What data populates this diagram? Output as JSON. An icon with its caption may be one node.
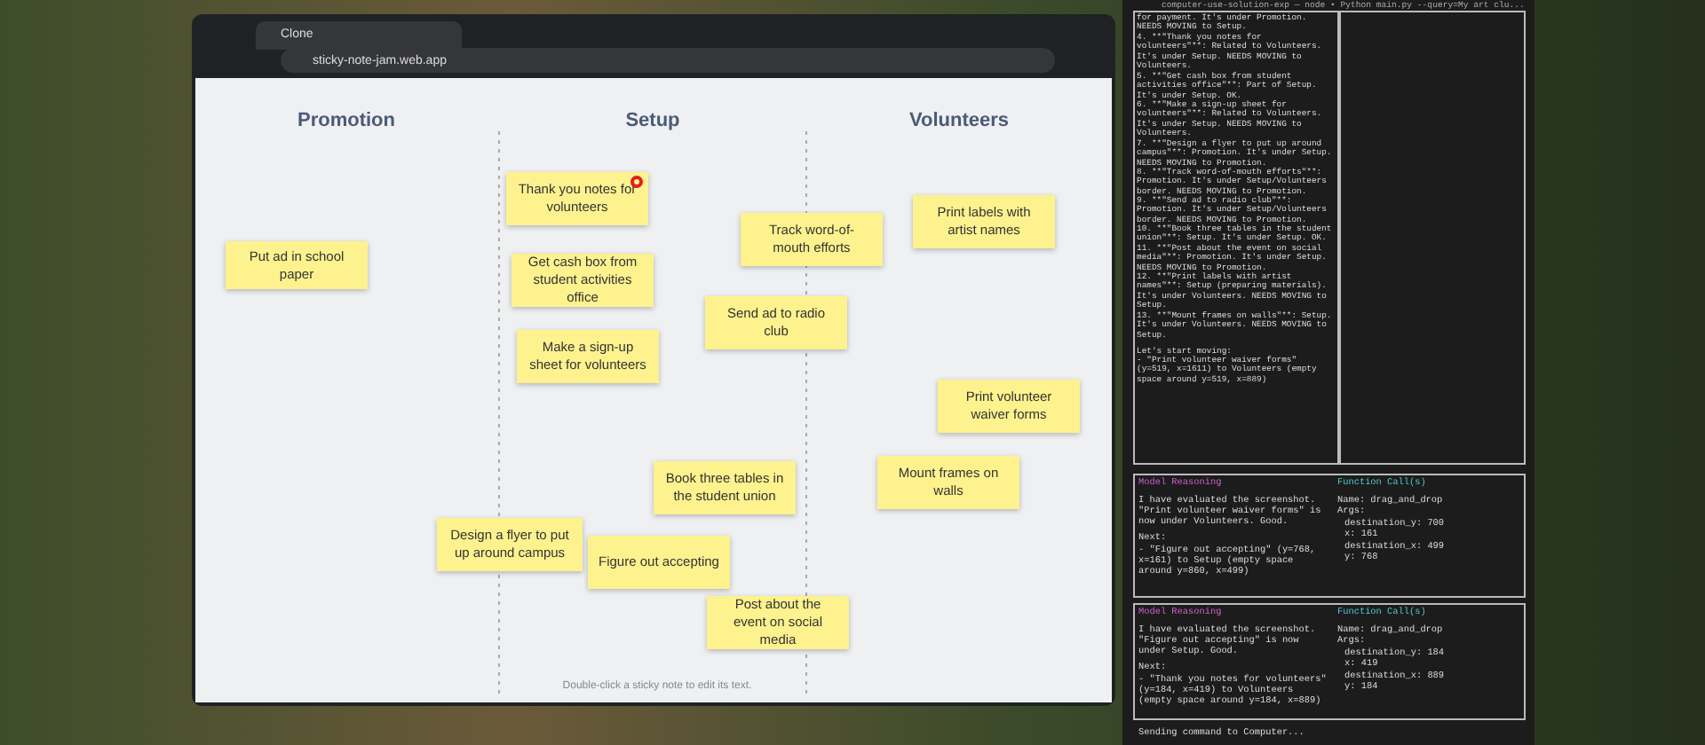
{
  "diagram": {
    "nodes": [
      {
        "text": [
          "Thank you notes for volunteers"
        ]
      },
      {
        "text": [
          "Print labels with artist names"
        ]
      },
      {
        "text": [
          "Track word-of-mouth efforts"
        ]
      },
      {
        "text": [
          "Put ad in school paper"
        ]
      },
      {
        "text": [
          "Get cash box from student activities office"
        ]
      },
      {
        "text": [
          "Send ad to radio club"
        ]
      },
      {
        "text": [
          "Make a sign-up sheet for volunteers"
        ]
      },
      {
        "text": [
          "Print volunteer waiver forms"
        ]
      },
      {
        "text": [
          "Book three tables in the student union"
        ]
      },
      {
        "text": [
          "Mount frames on walls"
        ]
      },
      {
        "text": [
          "Design a flyer to put up around campus"
        ]
      },
      {
        "text": [
          "Figure out accepting"
        ]
      },
      {
        "text": [
          "Post about the event on social media"
        ]
      }
    ],
    "edges": [],
    "labels": [
      "Clone",
      "sticky-note-jam.web.app",
      "Promotion",
      "Setup",
      "Volunteers",
      "Double-click a sticky note to edit its text.",
      "computer-use-solution-exp — node • Python main.py --query=My art clu...",
      "for payment. It's under Promotion. NEEDS MOVING to Setup.",
      "4. **\"Thank you notes for volunteers\"**: Related to Volunteers. It's under Setup. NEEDS MOVING to Volunteers.",
      "5. **\"Get cash box from student activities office\"**: Part of Setup. It's under Setup. OK.",
      "6. **\"Make a sign-up sheet for volunteers\"**: Related to Volunteers. It's under Setup. NEEDS MOVING to Volunteers.",
      "7. **\"Design a flyer to put up around campus\"**: Promotion. It's under Setup. NEEDS MOVING to Promotion.",
      "8. **\"Track word-of-mouth efforts\"**: Promotion. It's under Setup/Volunteers border. NEEDS MOVING to Promotion.",
      "9. **\"Send ad to radio club\"**: Promotion. It's under Setup/Volunteers border. NEEDS MOVING to Promotion.",
      "10. **\"Book three tables in the student union\"**: Setup. It's under Setup. OK.",
      "11. **\"Post about the event on social media\"**: Promotion. It's under Setup. NEEDS MOVING to Promotion.",
      "12. **\"Print labels with artist names\"**: Setup (preparing materials). It's under Volunteers. NEEDS MOVING to Setup.",
      "13. **\"Mount frames on walls\"**: Setup. It's under Volunteers. NEEDS MOVING to Setup.",
      "Let's start moving:",
      "- \"Print volunteer waiver forms\" (y=519, x=1611) to Volunteers (empty space around y=519, x=889)",
      "Model Reasoning",
      "Function Call(s)",
      "I have evaluated the screenshot. \"Print volunteer waiver forms\" is now under Volunteers. Good.",
      "Next:",
      "- \"Figure out accepting\" (y=768, x=161) to Setup (empty space around y=860, x=499)",
      "Name: drag_and_drop",
      "Args:",
      "destination_y: 700",
      "x: 161",
      "destination_x: 499",
      "y: 768",
      "Model Reasoning",
      "Function Call(s)",
      "I have evaluated the screenshot. \"Figure out accepting\" is now under Setup. Good.",
      "Next:",
      "- \"Thank you notes for volunteers\" (y=184, x=419) to Volunteers (empty space around y=184, x=889)",
      "Name: drag_and_drop",
      "Args:",
      "destination_y: 184",
      "x: 419",
      "destination_x: 889",
      "y: 184",
      "Sending command to Computer..."
    ]
  }
}
